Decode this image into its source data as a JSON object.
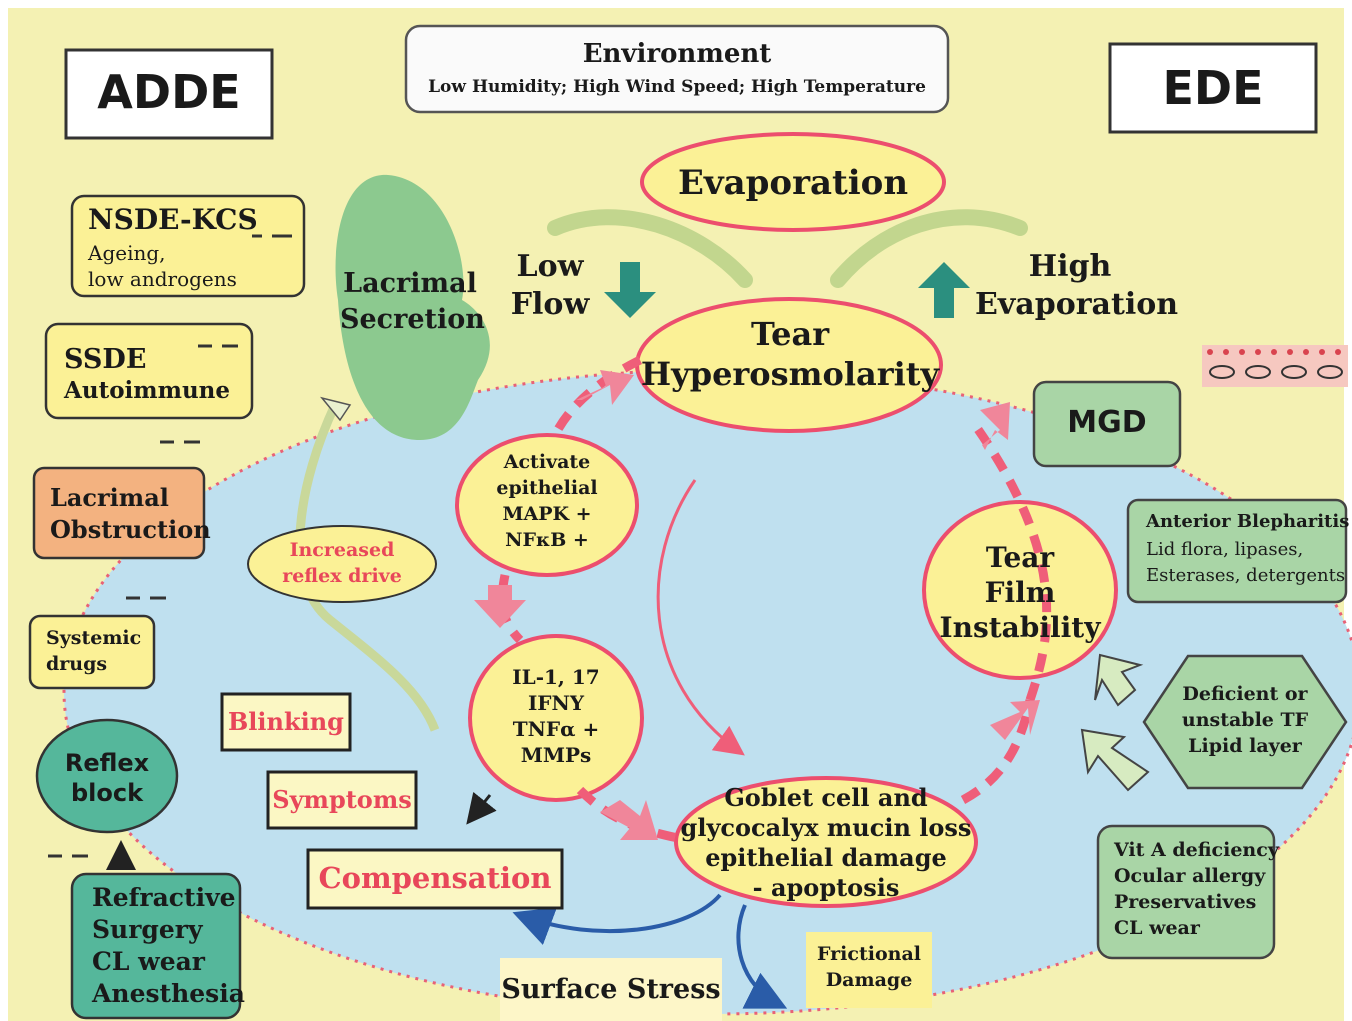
{
  "adde": "ADDE",
  "ede": "EDE",
  "environment": {
    "title": "Environment",
    "subtitle": "Low Humidity; High Wind Speed;  High Temperature"
  },
  "evaporation": "Evaporation",
  "low_flow": [
    "Low",
    "Flow"
  ],
  "high_evaporation": [
    "High",
    "Evaporation"
  ],
  "tear_hyperosmolarity": [
    "Tear",
    "Hyperosmolarity"
  ],
  "lacrimal_secretion": [
    "Lacrimal",
    "Secretion"
  ],
  "left_boxes": {
    "nsde": {
      "title": "NSDE-KCS",
      "lines": [
        "Ageing,",
        "low androgens"
      ]
    },
    "ssde": [
      "SSDE",
      "Autoimmune"
    ],
    "lacrimal_obstruction": [
      "Lacrimal",
      "Obstruction"
    ],
    "systemic_drugs": [
      "Systemic",
      "drugs"
    ],
    "reflex_block": [
      "Reflex",
      "block"
    ],
    "refractive": [
      "Refractive",
      "Surgery",
      "CL wear",
      "Anesthesia"
    ]
  },
  "increased_reflex": [
    "Increased",
    "reflex drive"
  ],
  "activate": [
    "Activate",
    "epithelial",
    "MAPK +",
    "NFκB +"
  ],
  "cytokines": [
    "IL-1, 17",
    "IFNY",
    "TNFα +",
    "MMPs"
  ],
  "goblet": [
    "Goblet cell and",
    "glycocalyx mucin loss",
    "epithelial damage",
    "- apoptosis"
  ],
  "tear_film": [
    "Tear",
    "Film",
    "Instability"
  ],
  "mgd": "MGD",
  "anterior_blepharitis": [
    "Anterior Blepharitis",
    "Lid flora, lipases,",
    "Esterases, detergents"
  ],
  "deficient": [
    "Deficient or",
    "unstable TF",
    "Lipid layer"
  ],
  "vit_a": [
    "Vit A deficiency",
    "Ocular allergy",
    "Preservatives",
    "CL wear"
  ],
  "blinking": "Blinking",
  "symptoms": "Symptoms",
  "compensation": "Compensation",
  "surface_stress": "Surface Stress",
  "frictional": [
    "Frictional",
    "Damage"
  ],
  "colors": {
    "background": "#f4f1b3",
    "eye": "#bfe0ef",
    "node_fill": "#fbf196",
    "node_stroke": "#ec4e6e",
    "green_box": "#a9d5a6",
    "teal": "#55b79b",
    "orange": "#f3b280",
    "blob": "#8cc98f"
  }
}
